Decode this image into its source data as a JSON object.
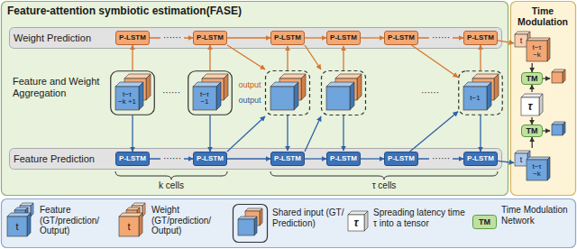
{
  "diagram": {
    "nodes": [
      {
        "text": [
          "Feature-attention symbiotic estimation(FASE)"
        ]
      },
      {
        "text": [
          "Weight Prediction"
        ],
        "in": 0
      },
      {
        "text": [
          "P-LSTM"
        ],
        "in": 1
      },
      {
        "text": [
          "P-LSTM"
        ],
        "in": 1
      },
      {
        "text": [
          "P-LSTM"
        ],
        "in": 1
      },
      {
        "text": [
          "P-LSTM"
        ],
        "in": 1
      },
      {
        "text": [
          "P-LSTM"
        ],
        "in": 1
      },
      {
        "text": [
          "P-LSTM"
        ],
        "in": 1
      },
      {
        "text": [
          "t−τ −k +1"
        ],
        "in": 0
      },
      {
        "text": [
          "t−τ −1"
        ],
        "in": 0
      },
      {
        "text": [
          "t−1"
        ],
        "in": 0
      },
      {
        "text": [
          "Feature Prediction"
        ],
        "in": 0
      },
      {
        "text": [
          "P-LSTM"
        ],
        "in": 11
      },
      {
        "text": [
          "P-LSTM"
        ],
        "in": 11
      },
      {
        "text": [
          "P-LSTM"
        ],
        "in": 11
      },
      {
        "text": [
          "P-LSTM"
        ],
        "in": 11
      },
      {
        "text": [
          "P-LSTM"
        ],
        "in": 11
      },
      {
        "text": [
          "P-LSTM"
        ],
        "in": 11
      },
      {
        "text": [
          "Time Modulation"
        ]
      },
      {
        "text": [
          "t",
          "t−τ −k"
        ],
        "in": 18
      },
      {
        "text": [
          "TM"
        ],
        "in": 18
      },
      {
        "text": [
          "τ"
        ],
        "in": 18
      },
      {
        "text": [
          "TM"
        ],
        "in": 18
      },
      {
        "text": [
          "t",
          "t−τ −k"
        ],
        "in": 18
      }
    ],
    "edges": [
      {
        "from": 2,
        "to": 3,
        "arrow": "to"
      },
      {
        "from": 3,
        "to": 4,
        "arrow": "to"
      },
      {
        "from": 4,
        "to": 5,
        "arrow": "to"
      },
      {
        "from": 5,
        "to": 6,
        "arrow": "to"
      },
      {
        "from": 6,
        "to": 7,
        "arrow": "to"
      },
      {
        "from": 12,
        "to": 13,
        "arrow": "to"
      },
      {
        "from": 13,
        "to": 14,
        "arrow": "to"
      },
      {
        "from": 14,
        "to": 15,
        "arrow": "to"
      },
      {
        "from": 15,
        "to": 16,
        "arrow": "to"
      },
      {
        "from": 16,
        "to": 17,
        "arrow": "to"
      },
      {
        "from": 8,
        "to": 2,
        "arrow": "to"
      },
      {
        "from": 8,
        "to": 12,
        "arrow": "to"
      },
      {
        "from": 9,
        "to": 3,
        "arrow": "to"
      },
      {
        "from": 9,
        "to": 13,
        "arrow": "to"
      },
      {
        "from": 6,
        "to": 10,
        "arrow": "to"
      },
      {
        "from": 16,
        "to": 10,
        "arrow": "to"
      },
      {
        "from": 10,
        "to": 7,
        "arrow": "to"
      },
      {
        "from": 10,
        "to": 17,
        "arrow": "to"
      },
      {
        "from": 7,
        "to": 19,
        "arrow": "to"
      },
      {
        "from": 17,
        "to": 23,
        "arrow": "to"
      },
      {
        "from": 19,
        "to": 20,
        "arrow": "to"
      },
      {
        "from": 21,
        "to": 20,
        "arrow": "to"
      },
      {
        "from": 21,
        "to": 22,
        "arrow": "to"
      },
      {
        "from": 23,
        "to": 22,
        "arrow": "to"
      }
    ],
    "labels": [
      "Feature and Weight Aggregation",
      "output",
      "output",
      "k cells",
      "τ cells",
      "······",
      "······",
      "······",
      "······",
      "······",
      "······",
      "t",
      "t",
      "τ",
      "TM"
    ],
    "legend": [
      {
        "text": "Feature (GT/prediction/ Output)"
      },
      {
        "text": "Weight (GT/prediction/ Output)"
      },
      {
        "text": "Shared input (GT/ Prediction)"
      },
      {
        "text": "Spreading latency time τ into a tensor"
      },
      {
        "text": "Time Modulation Network"
      }
    ]
  }
}
